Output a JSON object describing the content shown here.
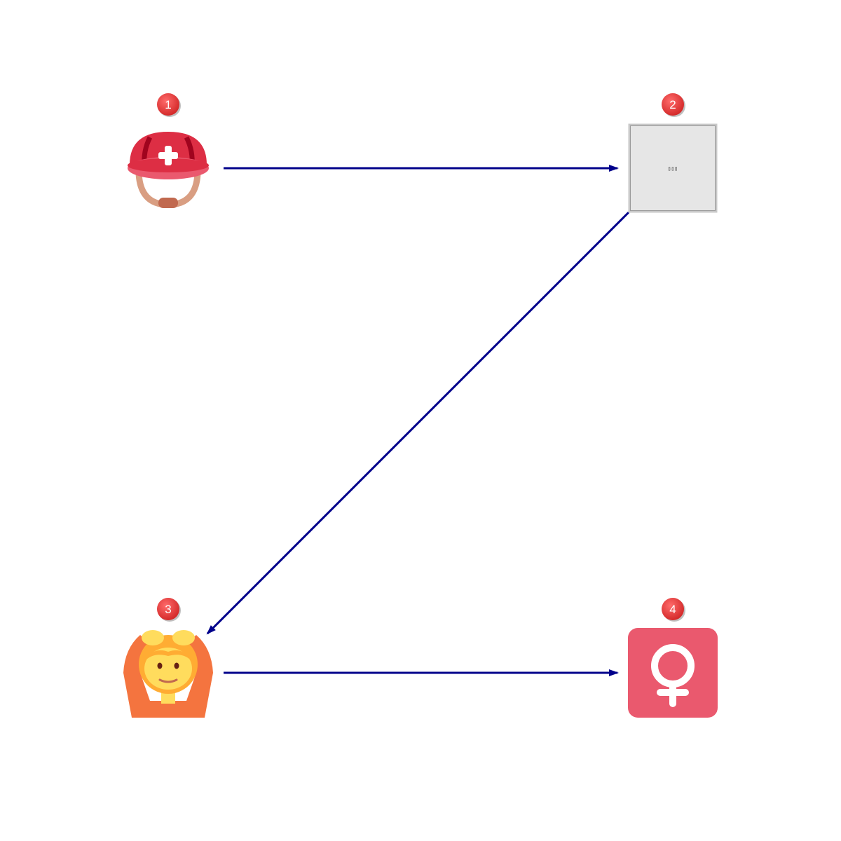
{
  "diagram": {
    "nodes": [
      {
        "id": "1",
        "badge": "1",
        "icon": "rescue-worker-helmet-icon"
      },
      {
        "id": "2",
        "badge": "2",
        "icon": "missing-glyph-box",
        "label": "▯▯▯"
      },
      {
        "id": "3",
        "badge": "3",
        "icon": "person-gesturing-ok-icon"
      },
      {
        "id": "4",
        "badge": "4",
        "icon": "female-sign-icon"
      }
    ],
    "edges": [
      {
        "from": "1",
        "to": "2"
      },
      {
        "from": "2",
        "to": "3"
      },
      {
        "from": "3",
        "to": "4"
      }
    ],
    "colors": {
      "arrow": "#00008b",
      "badge": "#e8383b",
      "helmet": "#dd2e44",
      "female_tile": "#ea596e",
      "person_shirt": "#f4743f",
      "person_hair": "#ffac33",
      "person_skin": "#ffdc5d",
      "missing_box_fill": "#e6e6e6"
    }
  }
}
